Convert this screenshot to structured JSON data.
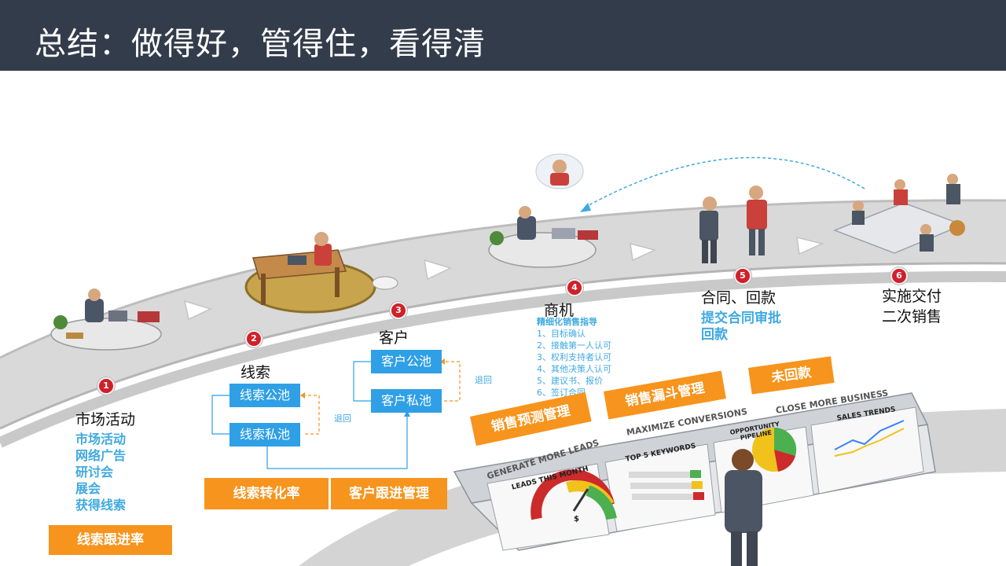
{
  "header": {
    "title": "总结：做得好，管得住，看得清"
  },
  "steps": [
    {
      "num": "1",
      "title": "市场活动",
      "items": [
        "市场活动",
        "网络广告",
        "研讨会",
        "展会",
        "获得线索"
      ]
    },
    {
      "num": "2",
      "title": "线索"
    },
    {
      "num": "3",
      "title": "客户"
    },
    {
      "num": "4",
      "title": "商机",
      "heading": "精细化销售指导",
      "items": [
        "1、目标确认",
        "2、接触第一人认可",
        "3、权利支持者认可",
        "4、其他决策人认可",
        "5、建议书、报价",
        "6、签订合同"
      ]
    },
    {
      "num": "5",
      "title": "合同、回款",
      "items": [
        "提交合同审批",
        "回款"
      ]
    },
    {
      "num": "6",
      "title_lines": [
        "实施交付",
        "二次销售"
      ]
    }
  ],
  "pools": {
    "lead_public": "线索公池",
    "lead_private": "线索私池",
    "customer_public": "客户公池",
    "customer_private": "客户私池",
    "return_label": "退回"
  },
  "metrics": {
    "lead_follow_rate": "线索跟进率",
    "lead_conversion_rate": "线索转化率",
    "customer_follow_mgmt": "客户跟进管理",
    "sales_forecast_mgmt": "销售预测管理",
    "sales_funnel_mgmt": "销售漏斗管理",
    "unpaid": "未回款"
  },
  "dashboard": {
    "banner_1": "GENERATE MORE LEADS",
    "banner_2": "MAXIMIZE CONVERSIONS",
    "banner_3": "CLOSE MORE BUSINESS",
    "panel_1": "LEADS THIS MONTH",
    "panel_2": "TOP 5 KEYWORDS",
    "panel_3_l1": "OPPORTUNITY",
    "panel_3_l2": "PIPELINE",
    "panel_4": "SALES TRENDS",
    "gauge_symbol": "$"
  },
  "colors": {
    "header_bg": "#333c4b",
    "pool_blue": "#2f9fe6",
    "metric_orange": "#f7941d",
    "list_blue": "#3fa9e0",
    "badge_red": "#d0202a"
  }
}
